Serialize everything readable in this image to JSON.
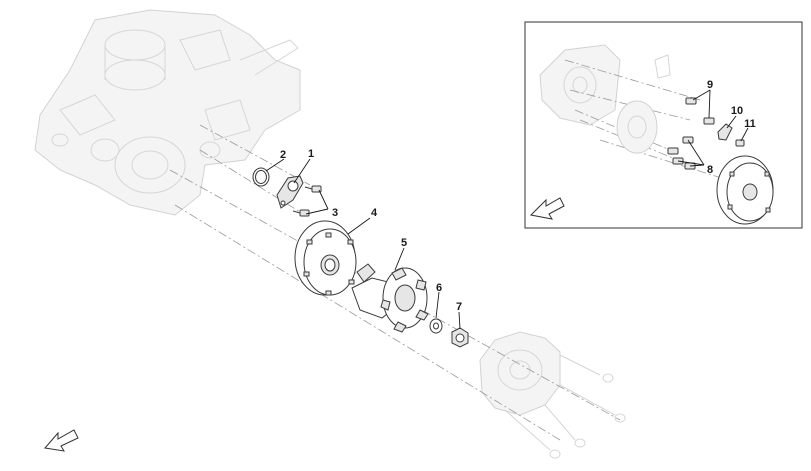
{
  "callouts": {
    "c1": "1",
    "c2": "2",
    "c3": "3",
    "c4": "4",
    "c5": "5",
    "c6": "6",
    "c7": "7",
    "c8": "8",
    "c9": "9",
    "c10": "10",
    "c11": "11"
  },
  "icons": {
    "main_arrow": "direction-arrow-icon",
    "inset_arrow": "direction-arrow-icon"
  }
}
